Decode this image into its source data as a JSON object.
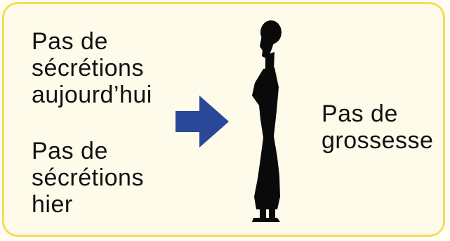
{
  "condition_1": "Pas de\nsécrétions\naujourd’hui",
  "condition_2": "Pas de\nsécrétions\nhier",
  "result": "Pas de\ngrossesse",
  "icons": {
    "arrow": "right-arrow-icon",
    "figure": "woman-silhouette-icon"
  },
  "colors": {
    "border": "#f6dc58",
    "background": "#fffbea",
    "arrow": "#2a4898",
    "text": "#111111"
  }
}
